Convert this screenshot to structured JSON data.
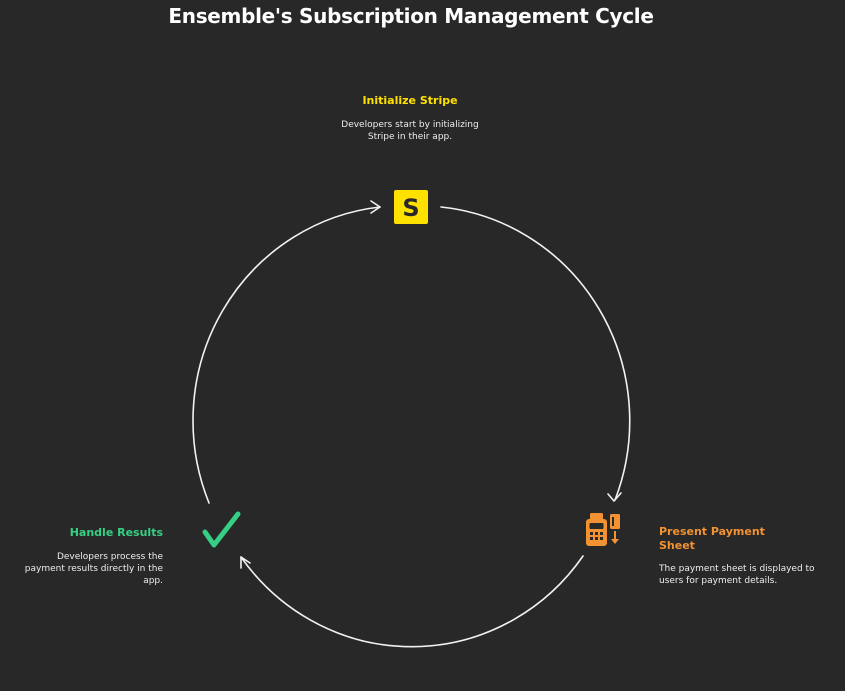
{
  "title": "Ensemble's Subscription Management Cycle",
  "colors": {
    "background": "#282828",
    "cycle_line": "#f2f2f2",
    "initialize": "#ffe100",
    "present": "#f29233",
    "handle": "#35d083"
  },
  "steps": {
    "initialize": {
      "title": "Initialize Stripe",
      "description": "Developers start by initializing Stripe in their app.",
      "icon": "stripe-logo-icon",
      "icon_letter": "S"
    },
    "present": {
      "title": "Present Payment Sheet",
      "description": "The payment sheet is displayed to users for payment details.",
      "icon": "payment-terminal-icon"
    },
    "handle": {
      "title": "Handle Results",
      "description": "Developers process the payment results directly in the app.",
      "icon": "checkmark-icon"
    }
  }
}
